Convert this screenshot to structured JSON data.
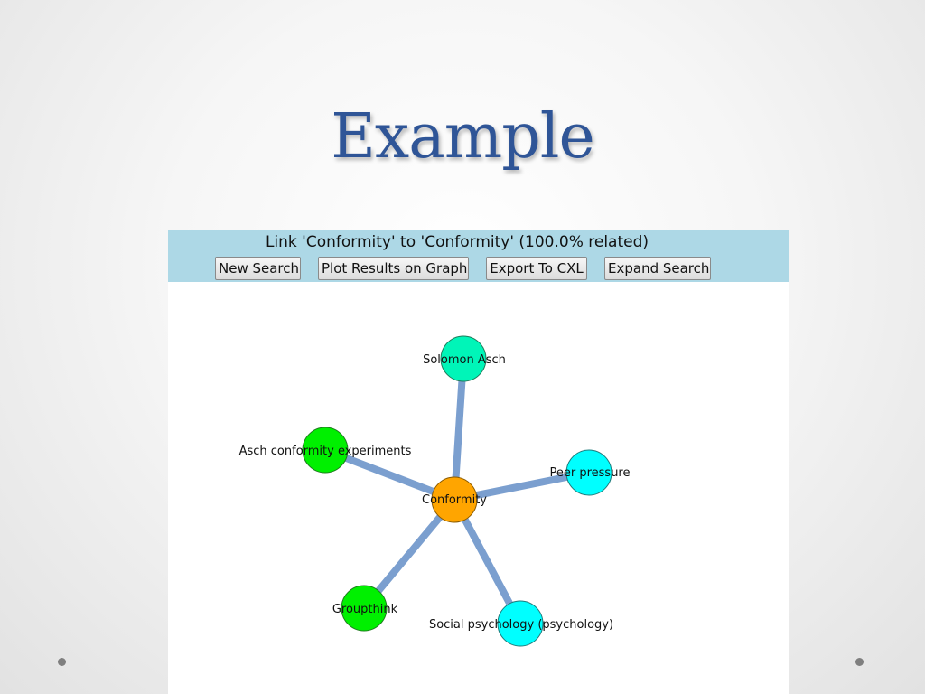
{
  "slide": {
    "title": "Example"
  },
  "app": {
    "status": "Link 'Conformity' to 'Conformity' (100.0% related)",
    "buttons": {
      "new_search": "New Search",
      "plot_results": "Plot Results on Graph",
      "export_cxl": "Export To CXL",
      "expand_search": "Expand Search"
    }
  },
  "graph": {
    "center": {
      "label": "Conformity",
      "color": "#ffa500"
    },
    "nodes": [
      {
        "label": "Solomon Asch",
        "color": "#00f5b8"
      },
      {
        "label": "Asch conformity experiments",
        "color": "#00f000"
      },
      {
        "label": "Peer pressure",
        "color": "#00ffff"
      },
      {
        "label": "Groupthink",
        "color": "#00f000"
      },
      {
        "label": "Social psychology (psychology)",
        "color": "#00ffff"
      }
    ],
    "edge_color": "#7b9fcf"
  }
}
